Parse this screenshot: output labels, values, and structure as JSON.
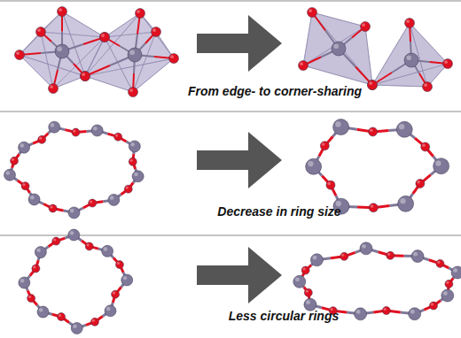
{
  "diagram": {
    "labels": [
      "From edge- to corner-sharing",
      "Decrease in ring size",
      "Less circular rings"
    ]
  }
}
